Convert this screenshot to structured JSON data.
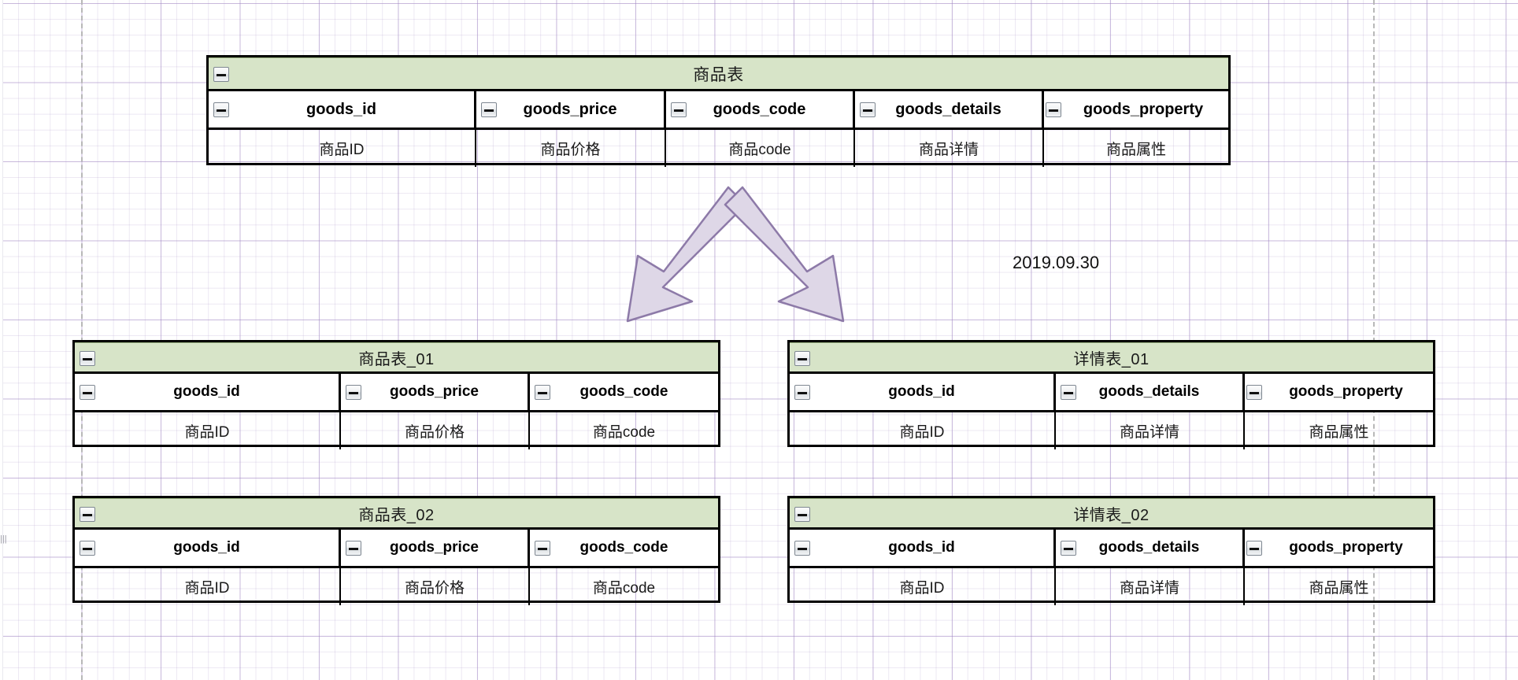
{
  "meta": {
    "annotation_date": "2019.09.30",
    "ruler_mark": "|||"
  },
  "colors": {
    "table_header_fill": "#d7e4c8",
    "table_border": "#000000",
    "arrow_fill": "#ded7e7",
    "arrow_stroke": "#8d7aa8",
    "grid_minor": "#aa96c8",
    "grid_major": "#9678be",
    "page_guide": "#b8b8b8"
  },
  "icons": {
    "collapse": "minus-box-icon"
  },
  "tables": [
    {
      "id": "goods-table",
      "title": "商品表",
      "columns": [
        "goods_id",
        "goods_price",
        "goods_code",
        "goods_details",
        "goods_property"
      ],
      "values": [
        "商品ID",
        "商品价格",
        "商品code",
        "商品详情",
        "商品属性"
      ]
    },
    {
      "id": "goods-table-01",
      "title": "商品表_01",
      "columns": [
        "goods_id",
        "goods_price",
        "goods_code"
      ],
      "values": [
        "商品ID",
        "商品价格",
        "商品code"
      ]
    },
    {
      "id": "details-table-01",
      "title": "详情表_01",
      "columns": [
        "goods_id",
        "goods_details",
        "goods_property"
      ],
      "values": [
        "商品ID",
        "商品详情",
        "商品属性"
      ]
    },
    {
      "id": "goods-table-02",
      "title": "商品表_02",
      "columns": [
        "goods_id",
        "goods_price",
        "goods_code"
      ],
      "values": [
        "商品ID",
        "商品价格",
        "商品code"
      ]
    },
    {
      "id": "details-table-02",
      "title": "详情表_02",
      "columns": [
        "goods_id",
        "goods_details",
        "goods_property"
      ],
      "values": [
        "商品ID",
        "商品详情",
        "商品属性"
      ]
    }
  ],
  "arrows": [
    {
      "id": "arrow-to-goods-split",
      "direction": "down-left"
    },
    {
      "id": "arrow-to-details-split",
      "direction": "down-right"
    }
  ]
}
